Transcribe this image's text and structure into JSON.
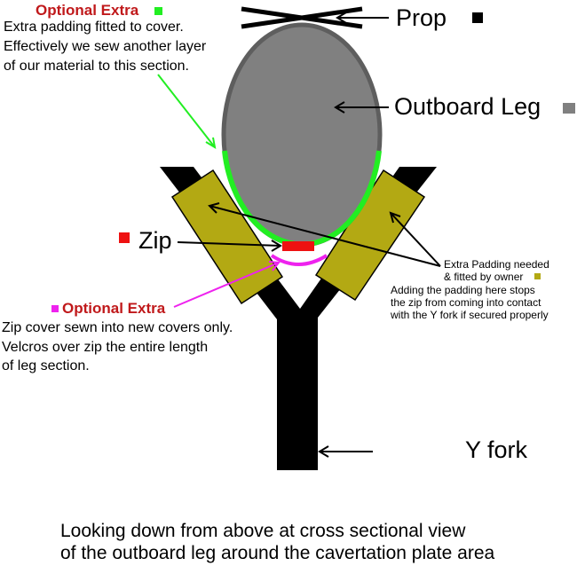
{
  "labels": {
    "optional_extra_top": "Optional Extra",
    "padding_line1": "Extra padding fitted to cover.",
    "padding_line2": "Effectively we sew another layer",
    "padding_line3": "of our material to this section.",
    "prop": "Prop",
    "outboard_leg": "Outboard Leg",
    "zip": "Zip",
    "extra_pad_line1": "Extra Padding needed",
    "extra_pad_line2": "& fitted by owner",
    "extra_pad_line3": "Adding the padding here stops",
    "extra_pad_line4": "the zip from coming into contact",
    "extra_pad_line5": "with the Y fork if secured properly",
    "optional_extra_bottom": "Optional Extra",
    "zipcover_line1": "Zip cover sewn into new covers only.",
    "zipcover_line2": "Velcros over zip the entire length",
    "zipcover_line3": "of leg section.",
    "y_fork": "Y fork",
    "caption_line1": "Looking down from above at cross sectional view",
    "caption_line2": "of the outboard leg around the cavertation plate area"
  },
  "colors": {
    "green_padding": "#22ee22",
    "pink_zip_cover": "#ee22ee",
    "red_zip": "#ee1111",
    "leg_fill": "#808080",
    "leg_border": "#5e5e5e",
    "olive_padding": "#b3a913",
    "fork": "#000000",
    "optional_text": "#c0191b"
  },
  "icons": {
    "prop_marker": "black-square-icon",
    "leg_marker": "gray-square-icon",
    "zip_marker": "red-square-icon",
    "padding_marker": "olive-square-icon",
    "optional_top_marker": "green-square-icon",
    "optional_bottom_marker": "pink-square-icon"
  }
}
